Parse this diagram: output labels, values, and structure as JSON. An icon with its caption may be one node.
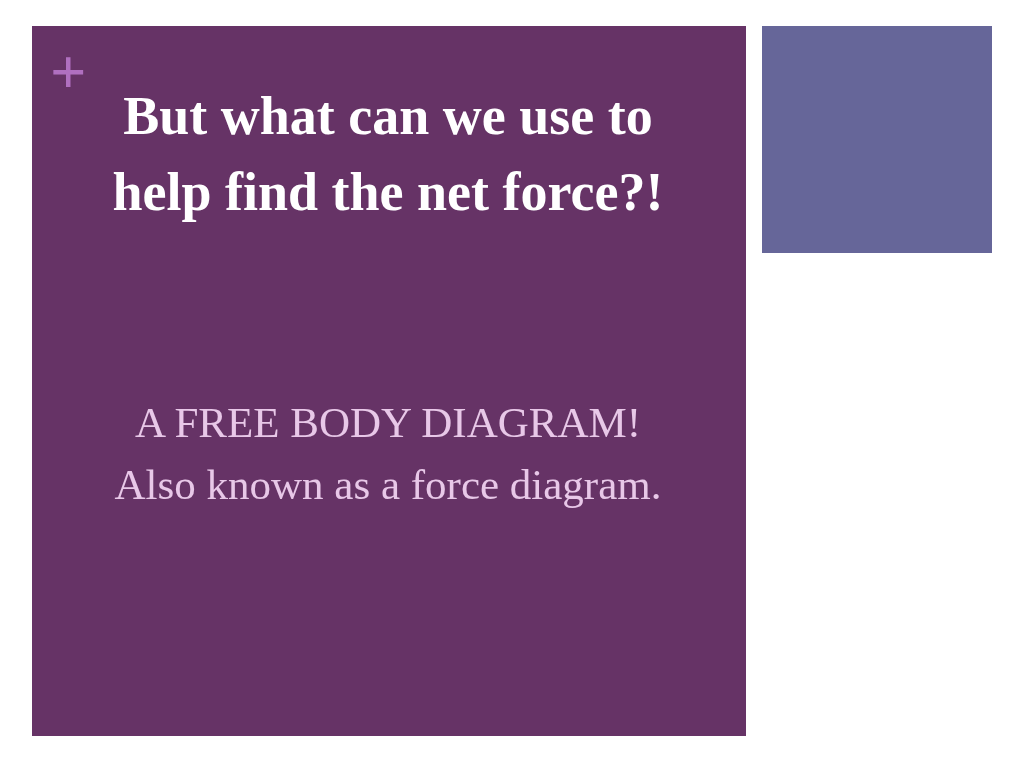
{
  "diagram": {
    "title": "But what can we use to help find the net force?!",
    "labels": [
      "+",
      "A FREE BODY DIAGRAM!",
      "Also known as a force diagram."
    ]
  }
}
